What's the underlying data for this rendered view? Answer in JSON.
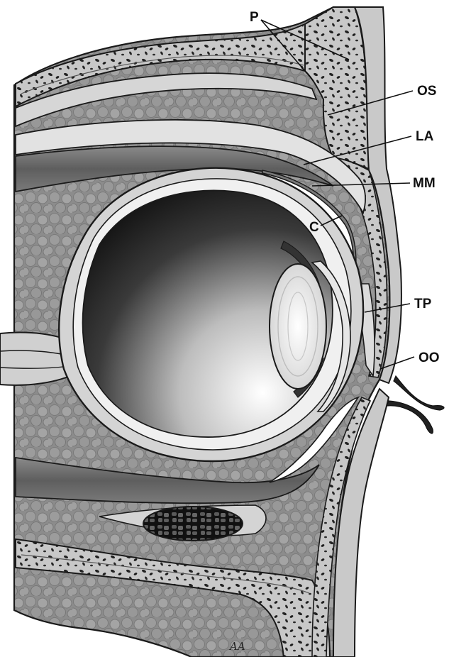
{
  "figure": {
    "labels": {
      "P": "P",
      "OS": "OS",
      "LA": "LA",
      "MM": "MM",
      "C": "C",
      "TP": "TP",
      "OO": "OO"
    },
    "signature": "AA"
  },
  "colors": {
    "fat": "#8f8f8f",
    "fat_light": "#a9a9a9",
    "muscle": "#6e6e6e",
    "membrane": "#d9d9d9",
    "bone": "#c4c4c4",
    "outline": "#1a1a1a",
    "lens": "#e8e8e8",
    "eye_dark": "#111111",
    "eye_light": "#f4f4f4"
  }
}
